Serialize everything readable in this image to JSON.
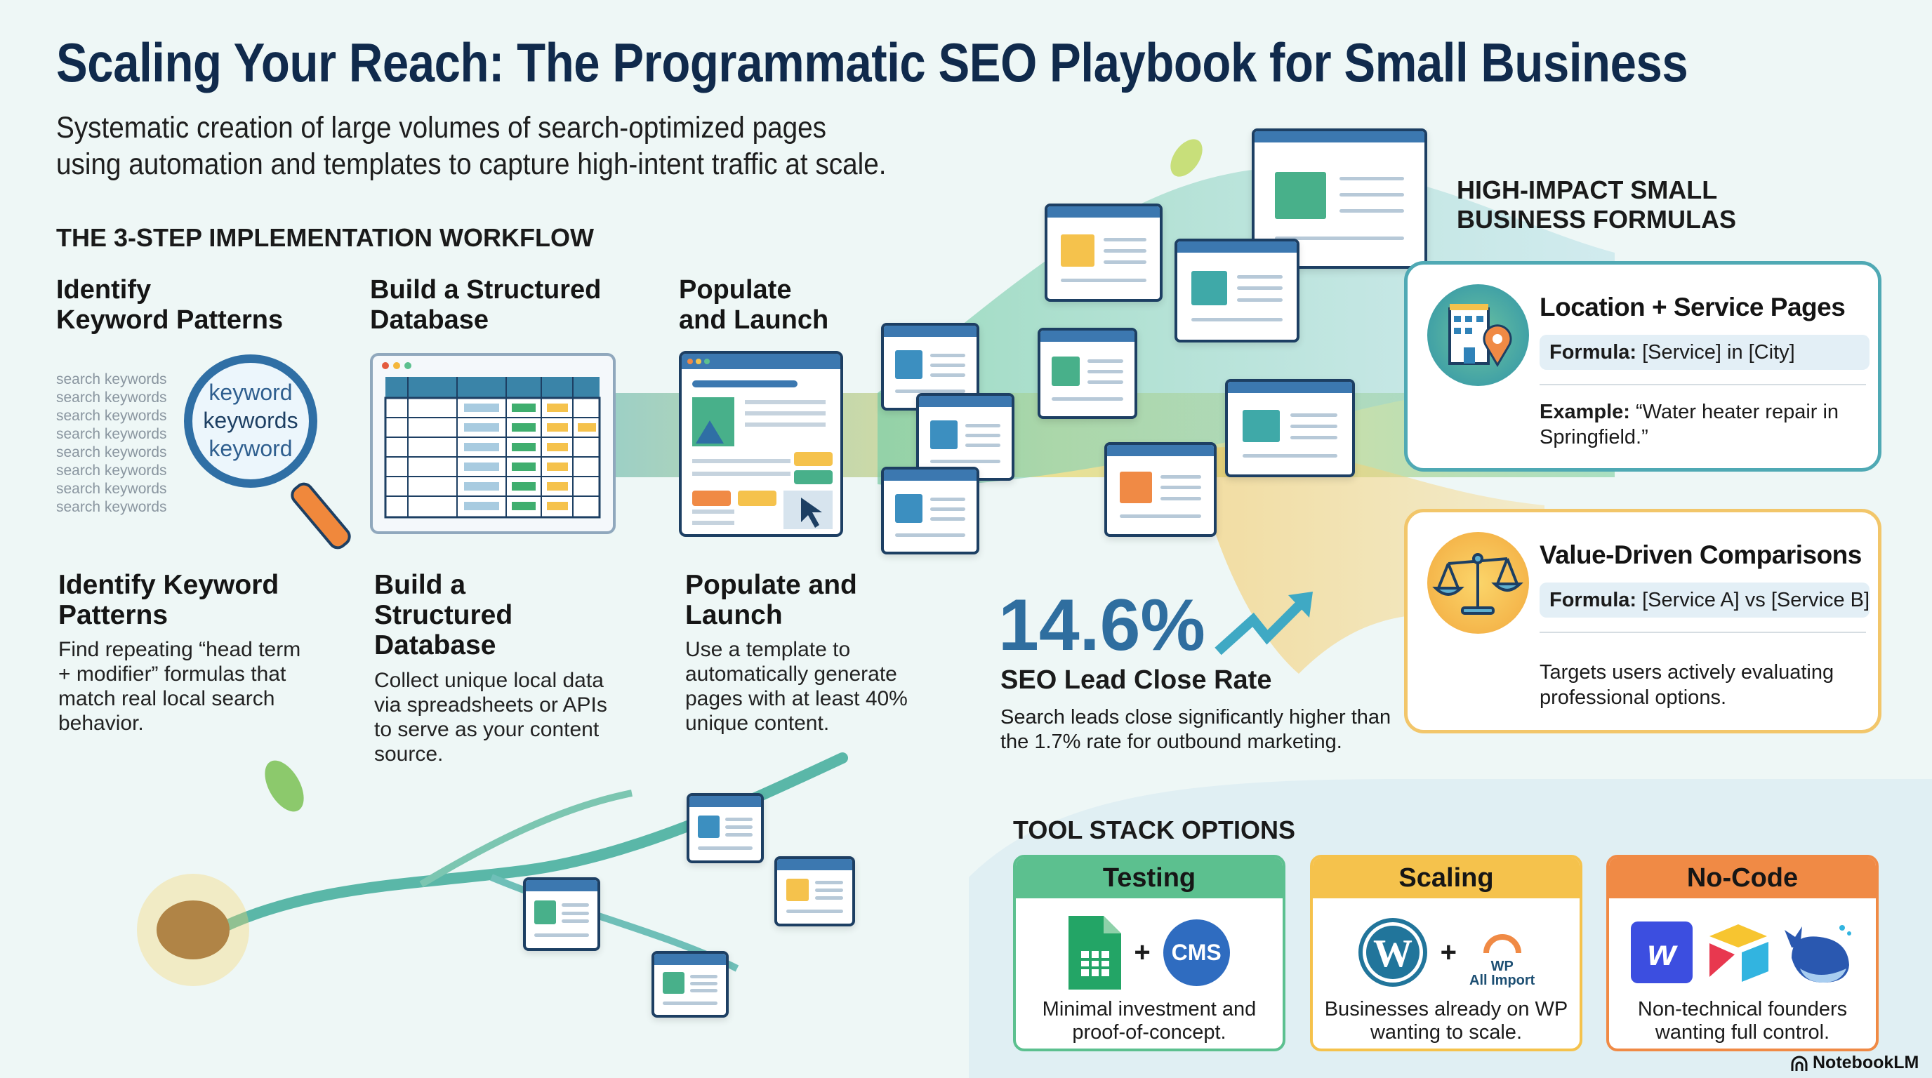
{
  "header": {
    "title": "Scaling Your Reach: The Programmatic SEO Playbook for Small Business",
    "subtitle_line1": "Systematic creation of large volumes of search-optimized pages",
    "subtitle_line2": "using automation and templates to capture high-intent traffic at scale."
  },
  "workflow": {
    "heading": "THE 3-STEP IMPLEMENTATION WORKFLOW",
    "steps": [
      {
        "label_line1": "Identify",
        "label_line2": "Keyword Patterns",
        "title": "Identify Keyword Patterns",
        "body": "Find repeating “head term + modifier” formulas that match real local search behavior."
      },
      {
        "label_line1": "Build a Structured",
        "label_line2": "Database",
        "title": "Build a Structured Database",
        "body": "Collect unique local data via spreadsheets or APIs to serve as your content source."
      },
      {
        "label_line1": "Populate",
        "label_line2": "and Launch",
        "title": "Populate and Launch",
        "body": "Use a template to automatically generate pages with at least 40% unique content."
      }
    ],
    "magnifier_words": [
      "search keywords",
      "keyword",
      "keywords",
      "keyword"
    ]
  },
  "stat": {
    "value": "14.6%",
    "label": "SEO Lead Close Rate",
    "body": "Search leads close significantly higher than the 1.7% rate for outbound marketing."
  },
  "formulas": {
    "heading_line1": "HIGH-IMPACT SMALL",
    "heading_line2": "BUSINESS FORMULAS",
    "cards": [
      {
        "icon": "building-location-icon",
        "title": "Location + Service Pages",
        "formula_label": "Formula:",
        "formula": "[Service] in [City]",
        "body_label": "Example:",
        "body": "“Water heater repair in Springfield.”",
        "color": "#4fa9b4"
      },
      {
        "icon": "scales-icon",
        "title": "Value-Driven Comparisons",
        "formula_label": "Formula:",
        "formula": "[Service A] vs [Service B]",
        "body": "Targets users actively evaluating professional options.",
        "color": "#f2c66a"
      }
    ]
  },
  "tools": {
    "heading": "TOOL STACK OPTIONS",
    "items": [
      {
        "title": "Testing",
        "body": "Minimal investment and proof-of-concept.",
        "color": "#5cc08f",
        "icons": [
          "google-sheets-icon",
          "cms-icon"
        ],
        "cms_label": "CMS"
      },
      {
        "title": "Scaling",
        "body": "Businesses already on WP wanting to scale.",
        "color": "#f5c24c",
        "icons": [
          "wordpress-icon",
          "wp-all-import-icon"
        ],
        "plugin_label_line1": "WP",
        "plugin_label_line2": "All Import"
      },
      {
        "title": "No-Code",
        "body": "Non-technical founders wanting full control.",
        "color": "#f08a45",
        "icons": [
          "webflow-icon",
          "airtable-icon",
          "whalesync-icon"
        ]
      }
    ],
    "plus": "+"
  },
  "branding": {
    "label": "NotebookLM"
  }
}
